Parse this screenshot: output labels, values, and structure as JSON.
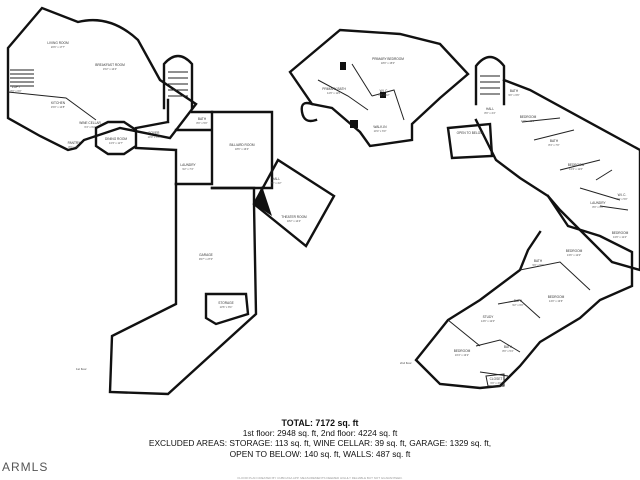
{
  "floors": {
    "first": {
      "label": "1st floor",
      "rooms": {
        "living_room": {
          "name": "LIVING ROOM",
          "dims": "20'6\" x 17'7\""
        },
        "breakfast_room": {
          "name": "BREAKFAST ROOM",
          "dims": "15'2\" x 14'4\""
        },
        "kitchen": {
          "name": "KITCHEN",
          "dims": "15'0\" x 14'8\""
        },
        "pantry": {
          "name": "PANTRY",
          "dims": "8'0\" x 5'4\""
        },
        "wine_cellar": {
          "name": "WINE CELLAR",
          "dims": "6'4\" x 6'2\""
        },
        "dining_room": {
          "name": "DINING ROOM",
          "dims": "13'3\" x 11'7\""
        },
        "foyer": {
          "name": "FOYER",
          "dims": "10'0\" x 8'0\""
        },
        "bath": {
          "name": "BATH",
          "dims": "8'0\" x 5'0\""
        },
        "billiard_room": {
          "name": "BILLIARD ROOM",
          "dims": "18'6\" x 16'4\""
        },
        "laundry": {
          "name": "LAUNDRY",
          "dims": "9'2\" x 7'4\""
        },
        "hall": {
          "name": "HALL",
          "dims": "7'0\" x 4'2\""
        },
        "theater_room": {
          "name": "THEATER ROOM",
          "dims": "18'2\" x 14'4\""
        },
        "garage": {
          "name": "GARAGE",
          "dims": "39'7\" x 27'0\""
        },
        "storage": {
          "name": "STORAGE",
          "dims": "13'6\" x 8'4\""
        },
        "loft": {
          "name": "LOFT",
          "dims": "8'0\" x 6'0\""
        }
      }
    },
    "second": {
      "label": "2nd floor",
      "rooms": {
        "primary_bedroom": {
          "name": "PRIMARY BEDROOM",
          "dims": "18'0\" x 15'0\""
        },
        "primary_bath": {
          "name": "PRIMARY BATH",
          "dims": "14'6\" x 11'0\""
        },
        "wic": {
          "name": "W.I.C.",
          "dims": "6'4\" x 5'2\""
        },
        "walk_in": {
          "name": "WALK-IN",
          "dims": "10'4\" x 6'0\""
        },
        "open_to_below": {
          "name": "OPEN TO BELOW",
          "dims": ""
        },
        "hall": {
          "name": "HALL",
          "dims": "8'0\" x 4'4\""
        },
        "bedroom_1": {
          "name": "BEDROOM",
          "dims": "13'0\" x 11'0\""
        },
        "bath_1": {
          "name": "BATH",
          "dims": "9'0\" x 6'6\""
        },
        "bedroom_2": {
          "name": "BEDROOM",
          "dims": "13'4\" x 11'6\""
        },
        "bath_2": {
          "name": "BATH",
          "dims": "8'4\" x 7'0\""
        },
        "laundry": {
          "name": "LAUNDRY",
          "dims": "8'0\" x 6'0\""
        },
        "bedroom_3": {
          "name": "BEDROOM",
          "dims": "13'0\" x 11'4\""
        },
        "bedroom_4": {
          "name": "BEDROOM",
          "dims": "13'6\" x 12'0\""
        },
        "bath_3": {
          "name": "BATH",
          "dims": "9'0\" x 5'0\""
        },
        "wic_2": {
          "name": "W.I.C.",
          "dims": "6'0\" x 5'0\""
        },
        "bedroom_5": {
          "name": "BEDROOM",
          "dims": "14'0\" x 13'6\""
        },
        "bath_4": {
          "name": "BATH",
          "dims": "9'2\" x 6'0\""
        },
        "bedroom_6": {
          "name": "BEDROOM",
          "dims": "16'4\" x 13'2\""
        },
        "bath_5": {
          "name": "BATH",
          "dims": "8'0\" x 5'4\""
        },
        "closet": {
          "name": "CLOSET",
          "dims": "6'0\" x 4'0\""
        },
        "study": {
          "name": "STUDY",
          "dims": "14'6\" x 12'0\""
        }
      }
    }
  },
  "summary": {
    "total": "TOTAL: 7172 sq. ft",
    "floors_line": "1st floor: 2948 sq. ft, 2nd floor: 4224 sq. ft",
    "excluded_line": "EXCLUDED AREAS: STORAGE: 113 sq. ft, WINE CELLAR: 39 sq. ft, GARAGE: 1329 sq. ft,",
    "open_line": "OPEN TO BELOW: 140 sq. ft, WALLS: 487 sq. ft"
  },
  "logo": "ARMLS",
  "disclaimer": "FLOOR PLAN CREATED BY CUBICASA APP. MEASUREMENTS DEEMED HIGHLY RELIABLE BUT NOT GUARANTEED."
}
